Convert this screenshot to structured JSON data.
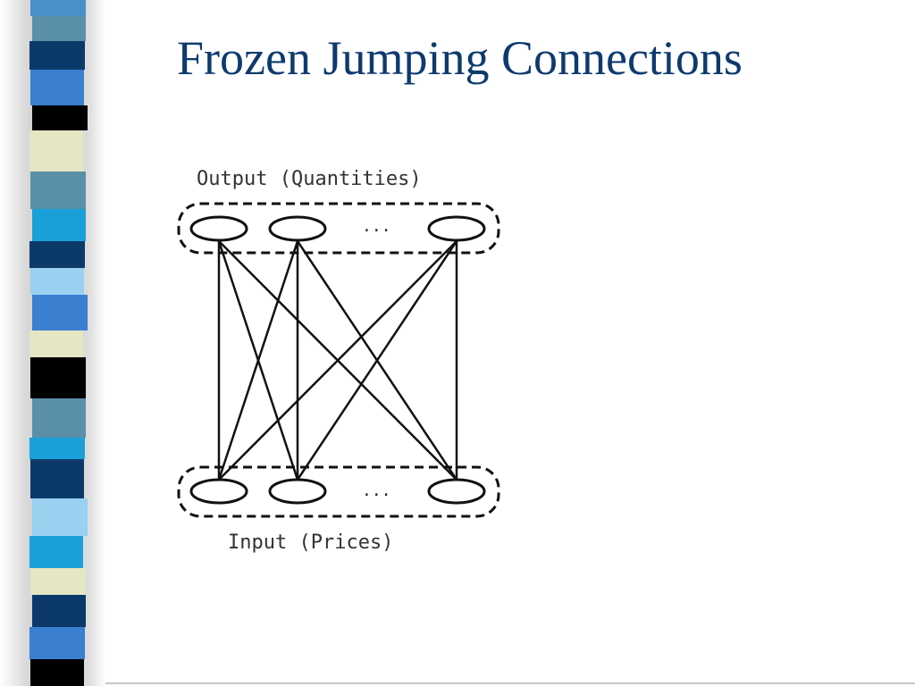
{
  "slide": {
    "title": "Frozen Jumping Connections"
  },
  "diagram": {
    "output_label": "Output (Quantities)",
    "input_label": "Input (Prices)",
    "output_ellipsis": "...",
    "input_ellipsis": "...",
    "line_color": "#111111"
  },
  "theme": {
    "title_color": "#0e3a6e",
    "stripe_colors": [
      "#4a90c8",
      "#0b3a6a",
      "#3a7fd0",
      "#000000",
      "#e4e6c4",
      "#5a8fa8",
      "#1aa0d8",
      "#9ad0f0"
    ]
  }
}
